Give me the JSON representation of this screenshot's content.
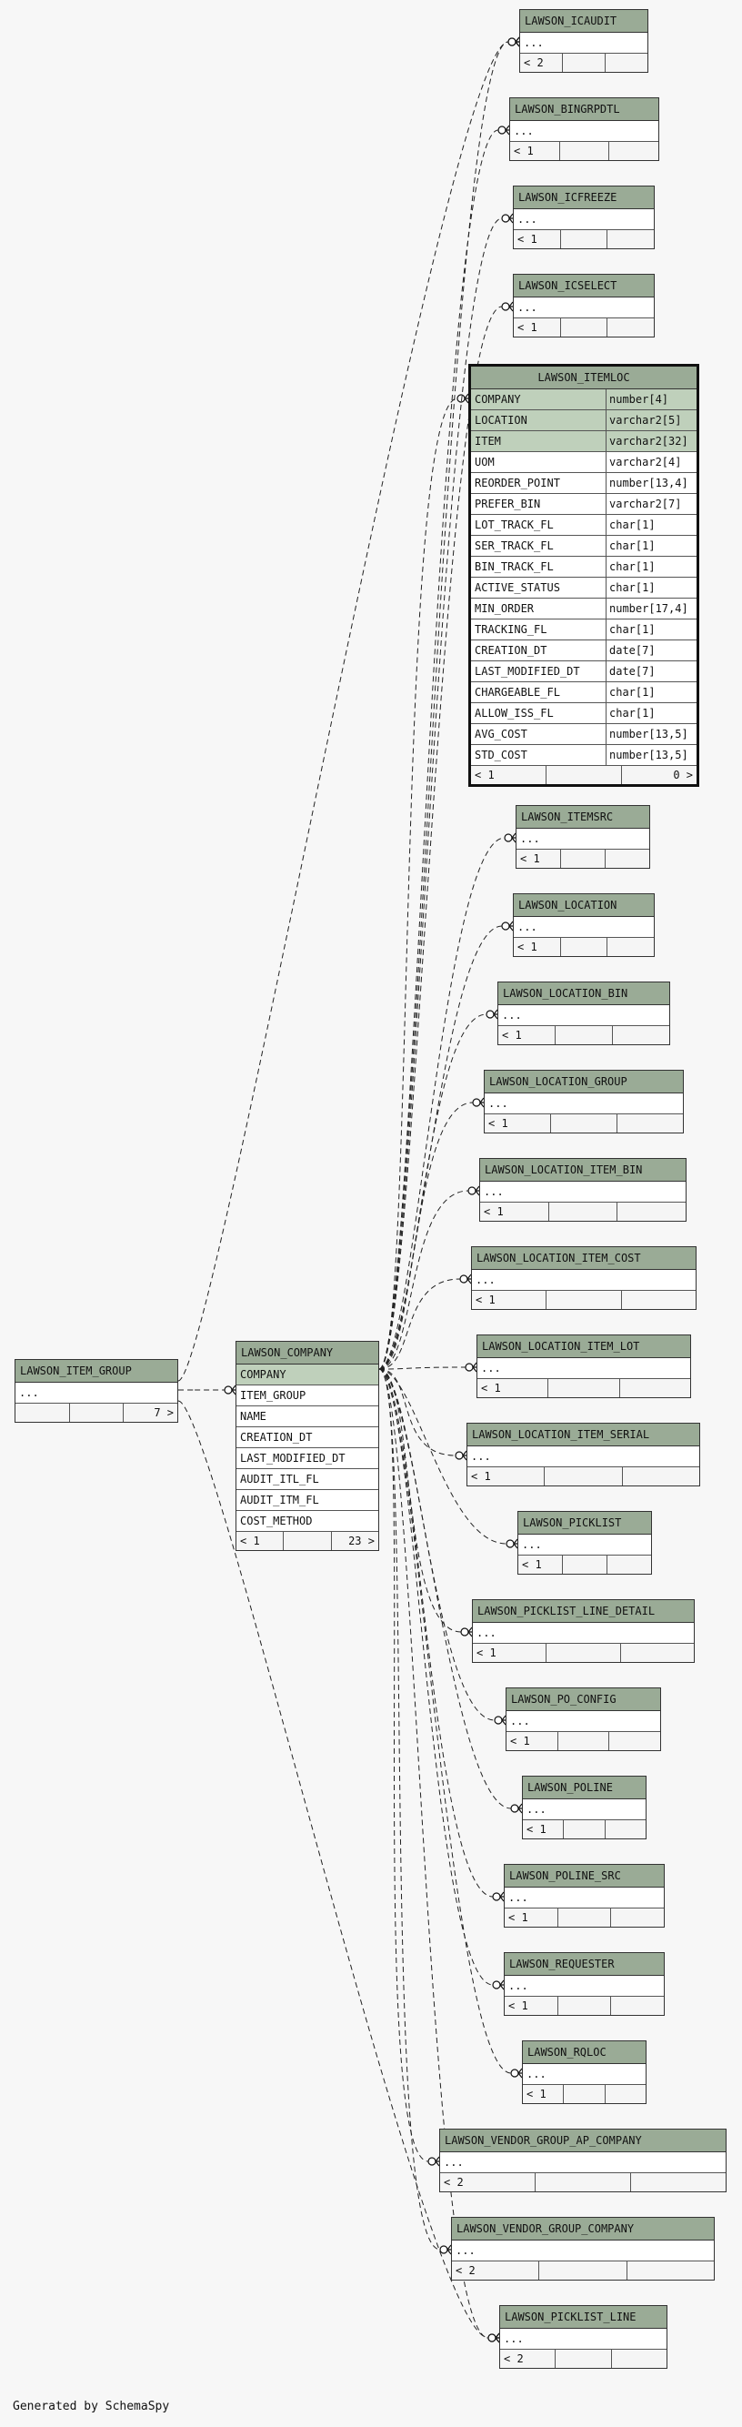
{
  "credit": "Generated by SchemaSpy",
  "colors": {
    "header": "#9aab96",
    "key_row": "#bfd0bb",
    "line": "#333333"
  },
  "focus": {
    "name": "LAWSON_ITEMLOC",
    "columns": [
      {
        "name": "COMPANY",
        "type": "number[4]",
        "key": true
      },
      {
        "name": "LOCATION",
        "type": "varchar2[5]",
        "key": true
      },
      {
        "name": "ITEM",
        "type": "varchar2[32]",
        "key": true
      },
      {
        "name": "UOM",
        "type": "varchar2[4]"
      },
      {
        "name": "REORDER_POINT",
        "type": "number[13,4]"
      },
      {
        "name": "PREFER_BIN",
        "type": "varchar2[7]"
      },
      {
        "name": "LOT_TRACK_FL",
        "type": "char[1]"
      },
      {
        "name": "SER_TRACK_FL",
        "type": "char[1]"
      },
      {
        "name": "BIN_TRACK_FL",
        "type": "char[1]"
      },
      {
        "name": "ACTIVE_STATUS",
        "type": "char[1]"
      },
      {
        "name": "MIN_ORDER",
        "type": "number[17,4]"
      },
      {
        "name": "TRACKING_FL",
        "type": "char[1]"
      },
      {
        "name": "CREATION_DT",
        "type": "date[7]"
      },
      {
        "name": "LAST_MODIFIED_DT",
        "type": "date[7]"
      },
      {
        "name": "CHARGEABLE_FL",
        "type": "char[1]"
      },
      {
        "name": "ALLOW_ISS_FL",
        "type": "char[1]"
      },
      {
        "name": "AVG_COST",
        "type": "number[13,5]"
      },
      {
        "name": "STD_COST",
        "type": "number[13,5]"
      }
    ],
    "footer": [
      "< 1",
      "",
      "0 >"
    ]
  },
  "company": {
    "name": "LAWSON_COMPANY",
    "columns": [
      {
        "name": "COMPANY",
        "key": true
      },
      {
        "name": "ITEM_GROUP"
      },
      {
        "name": "NAME"
      },
      {
        "name": "CREATION_DT"
      },
      {
        "name": "LAST_MODIFIED_DT"
      },
      {
        "name": "AUDIT_ITL_FL"
      },
      {
        "name": "AUDIT_ITM_FL"
      },
      {
        "name": "COST_METHOD"
      }
    ],
    "footer": [
      "< 1",
      "",
      "23 >"
    ]
  },
  "item_group": {
    "name": "LAWSON_ITEM_GROUP",
    "rows": [
      "..."
    ],
    "footer": [
      "",
      "",
      "7 >"
    ]
  },
  "children": [
    {
      "name": "LAWSON_ICAUDIT",
      "rows": [
        "..."
      ],
      "footer": [
        "< 2",
        "",
        ""
      ]
    },
    {
      "name": "LAWSON_BINGRPDTL",
      "rows": [
        "..."
      ],
      "footer": [
        "< 1",
        "",
        ""
      ]
    },
    {
      "name": "LAWSON_ICFREEZE",
      "rows": [
        "..."
      ],
      "footer": [
        "< 1",
        "",
        ""
      ]
    },
    {
      "name": "LAWSON_ICSELECT",
      "rows": [
        "..."
      ],
      "footer": [
        "< 1",
        "",
        ""
      ]
    },
    {
      "name": "LAWSON_ITEMSRC",
      "rows": [
        "..."
      ],
      "footer": [
        "< 1",
        "",
        ""
      ]
    },
    {
      "name": "LAWSON_LOCATION",
      "rows": [
        "..."
      ],
      "footer": [
        "< 1",
        "",
        ""
      ]
    },
    {
      "name": "LAWSON_LOCATION_BIN",
      "rows": [
        "..."
      ],
      "footer": [
        "< 1",
        "",
        ""
      ]
    },
    {
      "name": "LAWSON_LOCATION_GROUP",
      "rows": [
        "..."
      ],
      "footer": [
        "< 1",
        "",
        ""
      ]
    },
    {
      "name": "LAWSON_LOCATION_ITEM_BIN",
      "rows": [
        "..."
      ],
      "footer": [
        "< 1",
        "",
        ""
      ]
    },
    {
      "name": "LAWSON_LOCATION_ITEM_COST",
      "rows": [
        "..."
      ],
      "footer": [
        "< 1",
        "",
        ""
      ]
    },
    {
      "name": "LAWSON_LOCATION_ITEM_LOT",
      "rows": [
        "..."
      ],
      "footer": [
        "< 1",
        "",
        ""
      ]
    },
    {
      "name": "LAWSON_LOCATION_ITEM_SERIAL",
      "rows": [
        "..."
      ],
      "footer": [
        "< 1",
        "",
        ""
      ]
    },
    {
      "name": "LAWSON_PICKLIST",
      "rows": [
        "..."
      ],
      "footer": [
        "< 1",
        "",
        ""
      ]
    },
    {
      "name": "LAWSON_PICKLIST_LINE_DETAIL",
      "rows": [
        "..."
      ],
      "footer": [
        "< 1",
        "",
        ""
      ]
    },
    {
      "name": "LAWSON_PO_CONFIG",
      "rows": [
        "..."
      ],
      "footer": [
        "< 1",
        "",
        ""
      ]
    },
    {
      "name": "LAWSON_POLINE",
      "rows": [
        "..."
      ],
      "footer": [
        "< 1",
        "",
        ""
      ]
    },
    {
      "name": "LAWSON_POLINE_SRC",
      "rows": [
        "..."
      ],
      "footer": [
        "< 1",
        "",
        ""
      ]
    },
    {
      "name": "LAWSON_REQUESTER",
      "rows": [
        "..."
      ],
      "footer": [
        "< 1",
        "",
        ""
      ]
    },
    {
      "name": "LAWSON_RQLOC",
      "rows": [
        "..."
      ],
      "footer": [
        "< 1",
        "",
        ""
      ]
    },
    {
      "name": "LAWSON_VENDOR_GROUP_AP_COMPANY",
      "rows": [
        "..."
      ],
      "footer": [
        "< 2",
        "",
        ""
      ]
    },
    {
      "name": "LAWSON_VENDOR_GROUP_COMPANY",
      "rows": [
        "..."
      ],
      "footer": [
        "< 2",
        "",
        ""
      ]
    },
    {
      "name": "LAWSON_PICKLIST_LINE",
      "rows": [
        "..."
      ],
      "footer": [
        "< 2",
        "",
        ""
      ]
    }
  ]
}
